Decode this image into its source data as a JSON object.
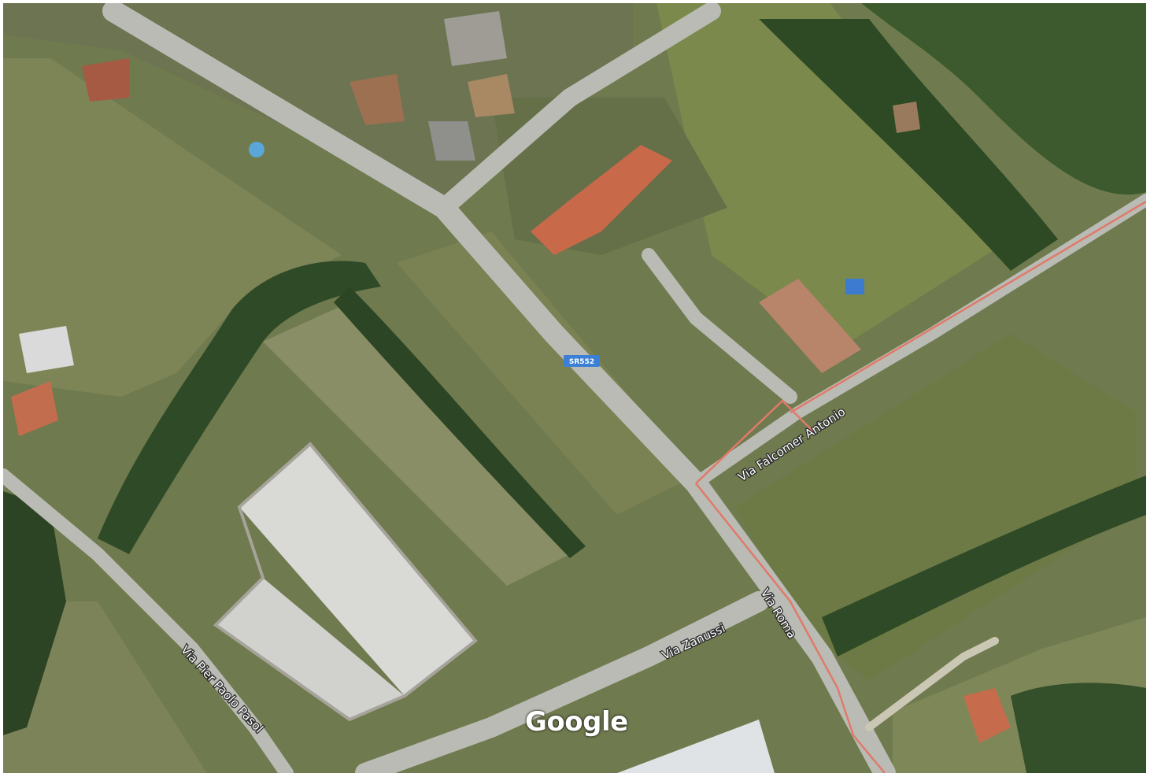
{
  "map": {
    "type": "satellite",
    "attribution": "Google",
    "route_badge": "SR552",
    "streets": [
      {
        "id": "falcomer",
        "label": "Via Falcomer Antonio"
      },
      {
        "id": "roma",
        "label": "Via Roma"
      },
      {
        "id": "zanussi",
        "label": "Via Zanussi"
      },
      {
        "id": "pasolini",
        "label": "Via Pier Paolo Pasol"
      }
    ],
    "colors": {
      "route_highlight": "#e07a6a",
      "badge": "#3b7fd6",
      "road": "#b9bbb4",
      "field": "#6f7a4e"
    }
  }
}
